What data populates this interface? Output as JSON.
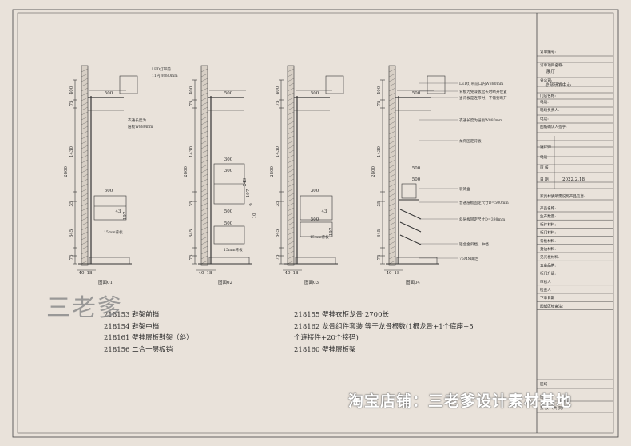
{
  "elevations": [
    {
      "label": "图面01",
      "left_dims": [
        "400",
        "75",
        "1430",
        "2800",
        "35",
        "845",
        "75"
      ],
      "width_dims": [
        "500",
        "40",
        "18"
      ],
      "inner_dims": [
        "43",
        "197",
        "9"
      ],
      "notes": [
        "LED灯带前",
        "11内W880mm",
        "衣通长度为",
        "层板W880mm",
        "15mm背板"
      ]
    },
    {
      "label": "图面02",
      "left_dims": [
        "400",
        "75",
        "1430",
        "2800",
        "35",
        "845",
        "75"
      ],
      "width_dims": [
        "500",
        "300",
        "500",
        "500",
        "40",
        "18"
      ],
      "inner_dims": [
        "300",
        "249",
        "197",
        "9",
        "10"
      ],
      "notes": [
        "15mm背板"
      ]
    },
    {
      "label": "图面03",
      "left_dims": [
        "400",
        "75",
        "1430",
        "2800",
        "35",
        "845",
        "75"
      ],
      "width_dims": [
        "500",
        "300",
        "500",
        "40",
        "18"
      ],
      "inner_dims": [
        "43",
        "197",
        "9"
      ],
      "notes": [
        "15mm背板"
      ]
    },
    {
      "label": "图面04",
      "left_dims": [
        "400",
        "75",
        "1430",
        "2800",
        "35",
        "845",
        "75"
      ],
      "width_dims": [
        "500",
        "500",
        "500",
        "40",
        "18"
      ],
      "inner_dims": [],
      "notes": [
        "LED灯带前口内W880mm",
        "背板为免漆板起长时断开位置",
        "当背板是连带时，不需要断开",
        "衣通长度为层板W880mm",
        "龙骨固定背板",
        "装饰盒",
        "普通层板固定尺寸D=500mm",
        "斜层板固定尺寸D=398mm",
        "铝合金斜档、中档",
        "75MM踢台"
      ]
    }
  ],
  "parts_left": [
    {
      "code": "218153",
      "name": "鞋架前挡"
    },
    {
      "code": "218154",
      "name": "鞋架中档"
    },
    {
      "code": "218161",
      "name": "壁挂层板鞋架（斜）"
    },
    {
      "code": "218156",
      "name": "二合一层板销"
    }
  ],
  "parts_right": [
    {
      "code": "218155",
      "name": "壁挂衣柜龙骨 2700长"
    },
    {
      "code": "218162",
      "name": "龙骨组件套装 等于龙骨根数(1根龙骨+1个底座+5"
    },
    {
      "code": "",
      "name": "个连接件+20个接码)"
    },
    {
      "code": "218160",
      "name": "壁挂层板架"
    }
  ],
  "title_block": {
    "order_no_label": "订单编号:",
    "store_label": "订单项目名称:",
    "store_value": "展厅",
    "branch_label": "分公司:",
    "branch_value": "总部研发中心",
    "shop_label": "门店名称:",
    "phone_label": "电话:",
    "addr_label": "现场负责人:",
    "phone2_label": "电话:",
    "confirm_label": "图纸确认人签字:",
    "designer_label": "设计师",
    "tel_label": "电话",
    "review_label": "审 核",
    "date_label": "日 期",
    "date_value": "2022.2.18",
    "product_info_label": "家具材质所需说明产品信息:",
    "rows": [
      "产品名称:",
      "生产数量:",
      "柜体材料:",
      "柜门材料:",
      "背板材料:",
      "封边材料:",
      "见光板材料:",
      "五金品牌:",
      "柜门升级:",
      "审核人",
      "检查人",
      "下单日期",
      "图纸区域备注:"
    ],
    "bottom": [
      "区域",
      "图号",
      "页 数  （共  页）"
    ]
  },
  "watermark": "三老爹",
  "shop_text": "淘宝店铺：三老爹设计素材基地"
}
